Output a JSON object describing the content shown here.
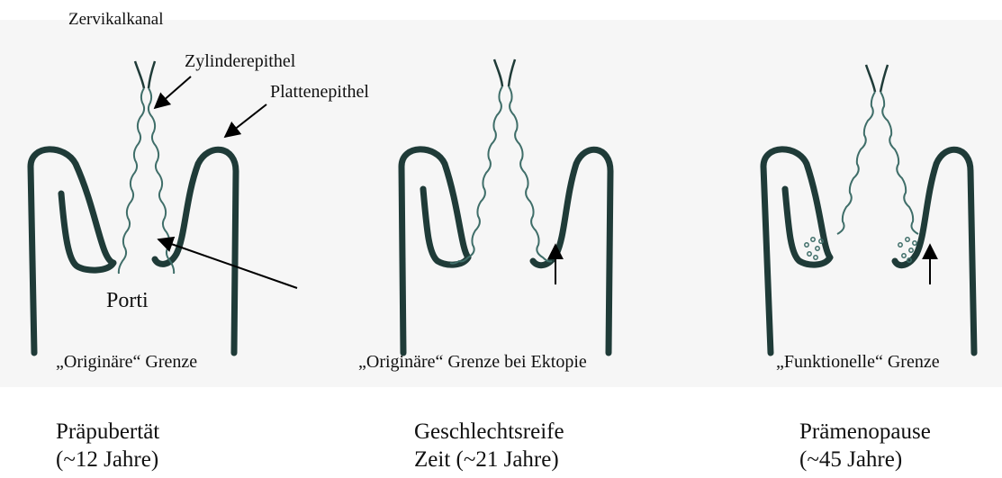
{
  "annotations": {
    "cervical_canal": "Zervikalkanal",
    "columnar_epithelium": "Zylinderepithel",
    "squamous_epithelium": "Plattenepithel",
    "portio": "Porti"
  },
  "panels": [
    {
      "boundary_label": "„Originäre“ Grenze",
      "stage": "Präpubertät",
      "age": "(~12 Jahre)"
    },
    {
      "boundary_label": "„Originäre“ Grenze bei Ektopie",
      "stage": "Geschlechtsreife",
      "age": "Zeit (~21 Jahre)"
    },
    {
      "boundary_label": "„Funktionelle“ Grenze",
      "stage": "Prämenopause",
      "age": "(~45 Jahre)"
    }
  ],
  "colors": {
    "stroke": "#1f3b38",
    "wavy_epithelium": "#3f6e69",
    "background": "#f6f6f6"
  }
}
